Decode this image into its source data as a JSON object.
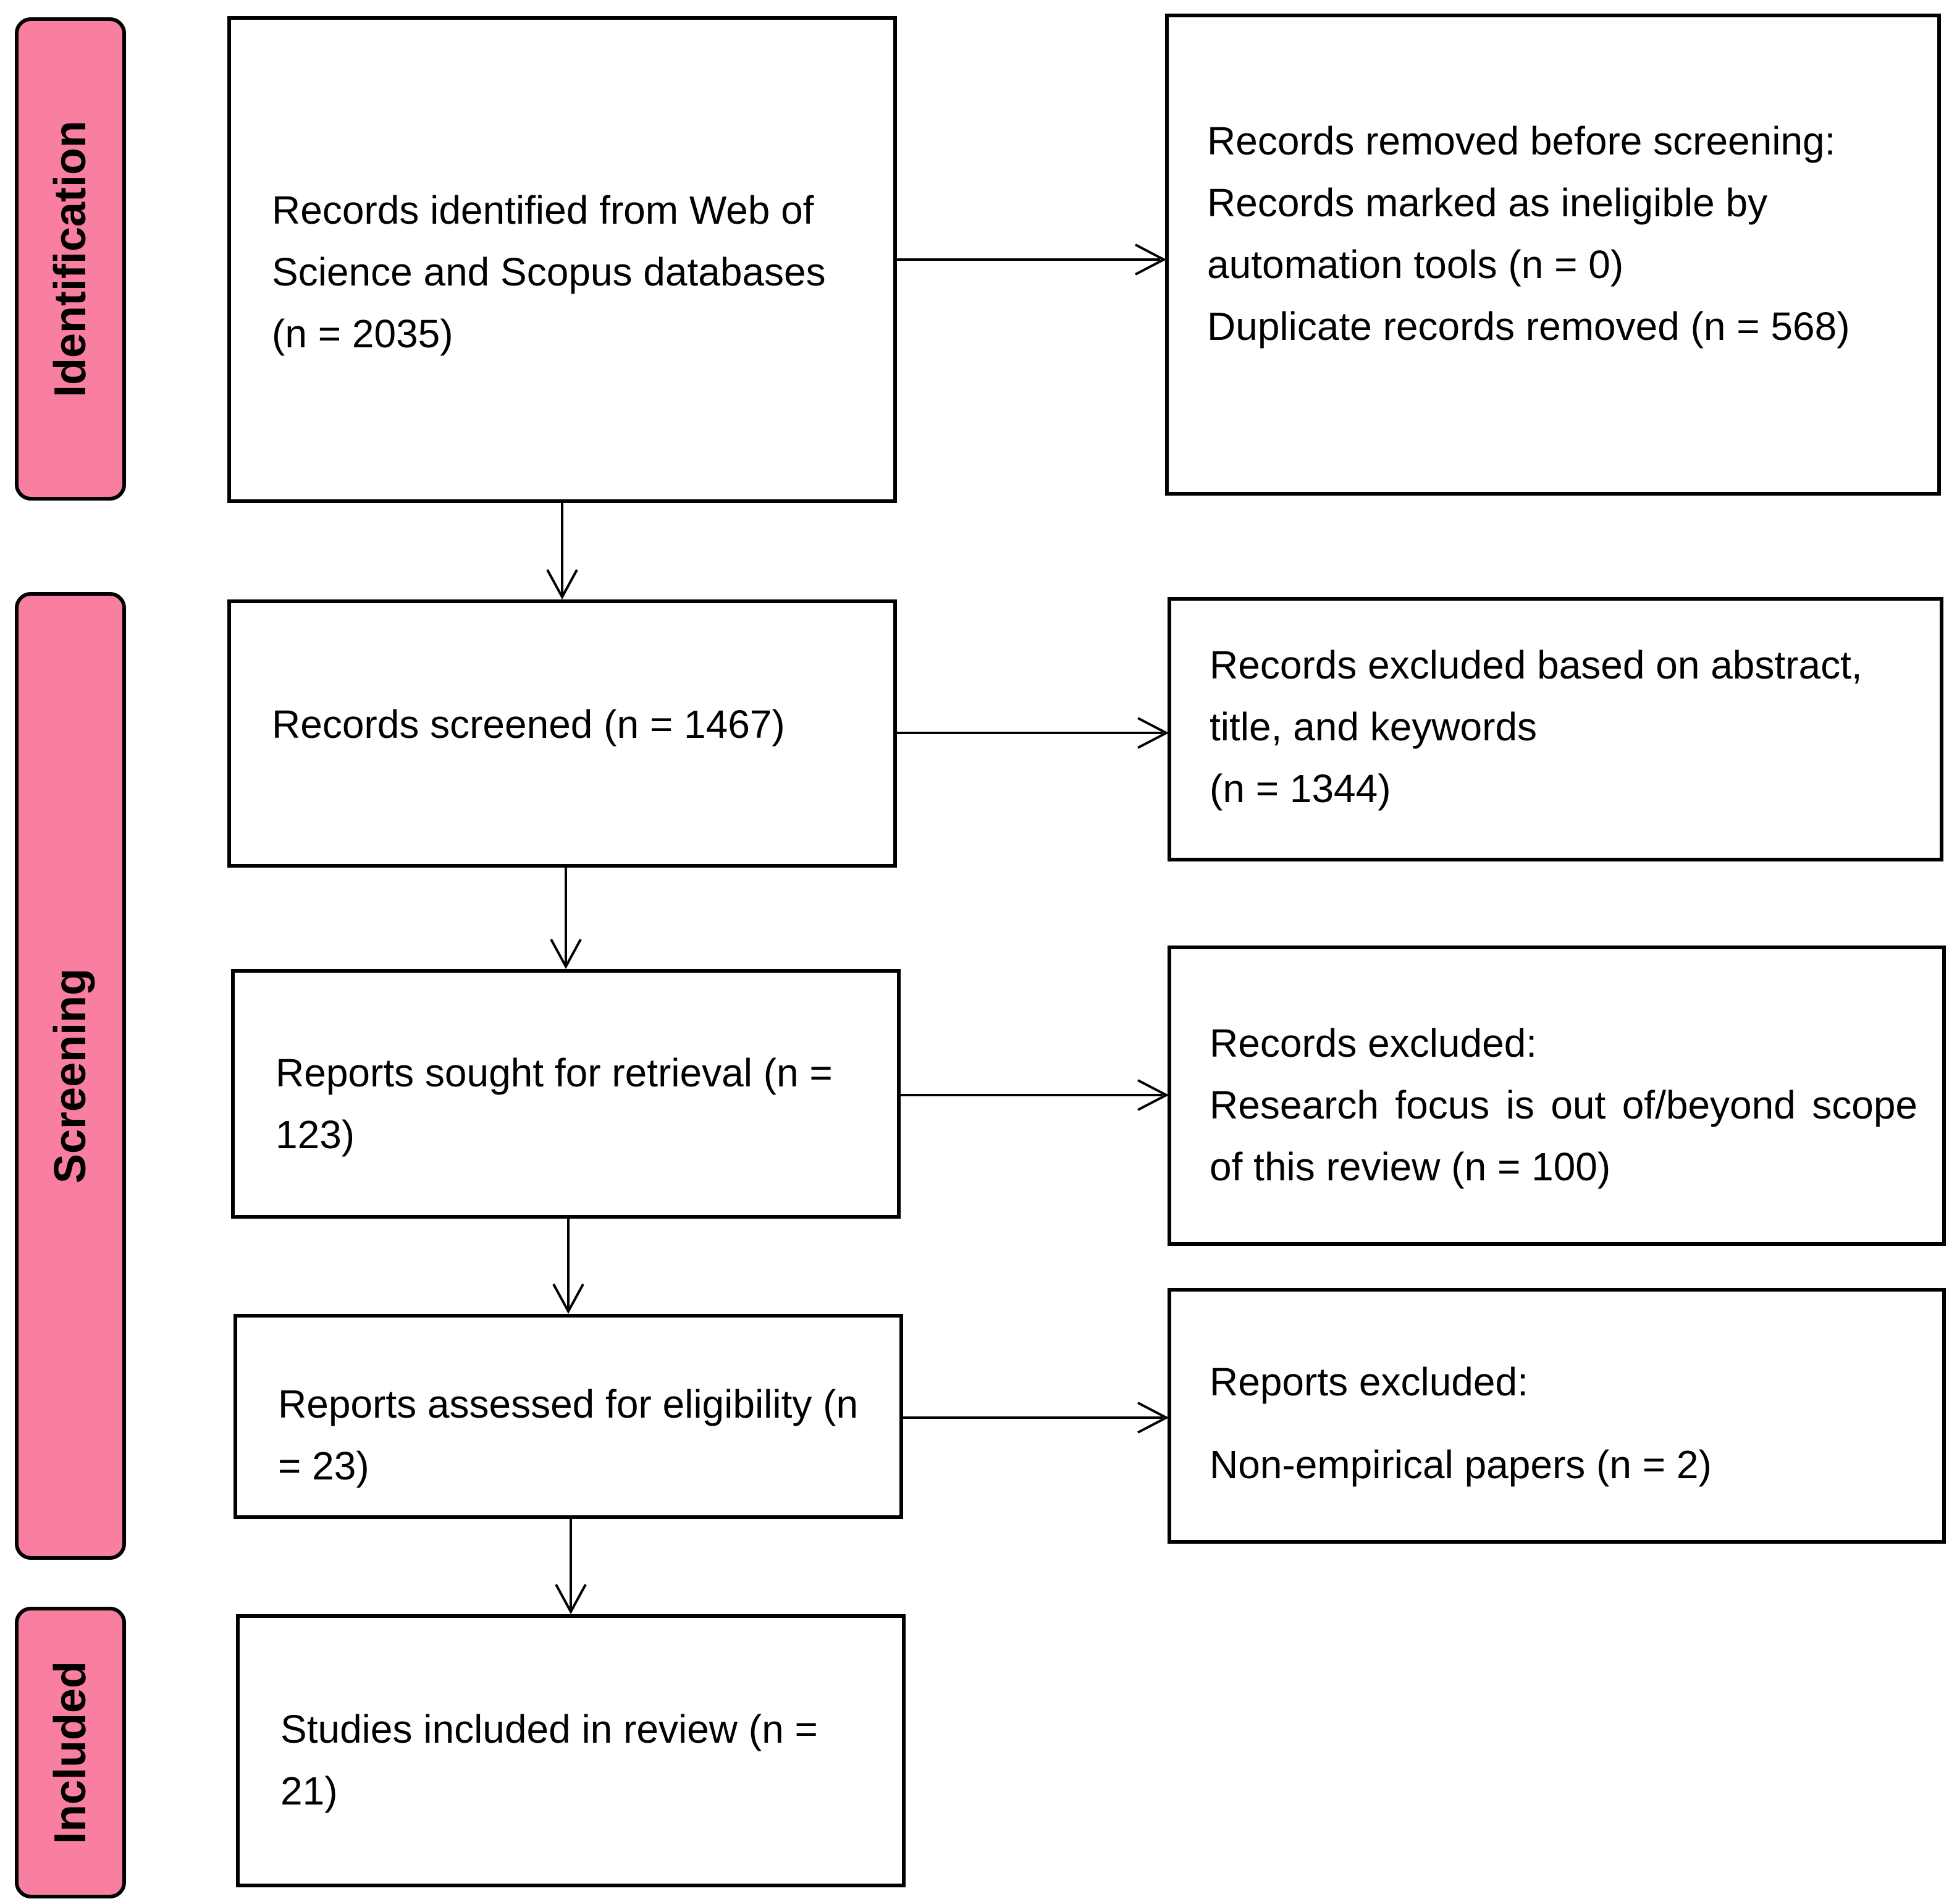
{
  "stages": {
    "identification": "Identification",
    "screening": "Screening",
    "included": "Included"
  },
  "boxes": {
    "identified": "Records identified from Web of Science and Scopus databases (n = 2035)",
    "removed_heading": "Records removed before screening:",
    "removed_automation": "Records marked as ineligible by automation tools (n = 0)",
    "removed_duplicates": "Duplicate records removed (n = 568)",
    "screened": "Records screened (n = 1467)",
    "excluded_abstract_line1": "Records excluded based on abstract, title, and keywords",
    "excluded_abstract_line2": "(n = 1344)",
    "sought": "Reports sought for retrieval (n = 123)",
    "excluded_scope_heading": "Records excluded:",
    "excluded_scope_reason": "Research focus is out of/beyond scope of this review (n = 100)",
    "assessed": "Reports assessed for eligibility (n = 23)",
    "reports_excluded_heading": "Reports excluded:",
    "reports_excluded_reason": "Non-empirical papers (n = 2)",
    "included": "Studies included in review (n = 21)"
  },
  "colors": {
    "stage_fill": "#f87fa0",
    "stroke": "#000000"
  }
}
